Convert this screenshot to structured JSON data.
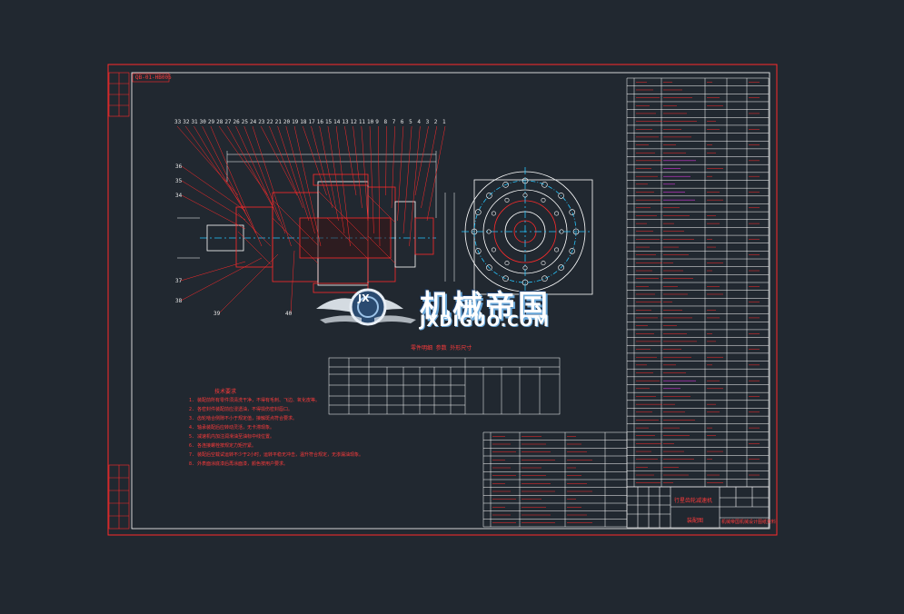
{
  "drawing": {
    "code_box": "QB-01-HB005",
    "table_title": "零件明细  参数  外形尺寸",
    "title_block": {
      "name": "行星齿轮减速机",
      "sub": "装配图",
      "company": "机械帝国机械设计图纸资料"
    },
    "balloons_top": [
      "33",
      "32",
      "31",
      "30",
      "29",
      "28",
      "27",
      "26",
      "25",
      "24",
      "23",
      "22",
      "21",
      "20",
      "19",
      "18",
      "17",
      "16",
      "15",
      "14",
      "13",
      "12",
      "11",
      "10",
      "9",
      "8",
      "7",
      "6",
      "5",
      "4",
      "3",
      "2",
      "1"
    ],
    "balloons_left": [
      "36",
      "35",
      "34"
    ],
    "balloons_lower": [
      "37",
      "38",
      "39",
      "40"
    ]
  },
  "tech_notes": {
    "heading": "技术要求",
    "lines": [
      "1. 装配前所有零件须清洗干净，不得有毛刺、飞边、氧化皮等。",
      "2. 各密封件装配前应浸透油，不得损伤密封唇口。",
      "3. 齿轮啮合侧隙不小于规定值，接触斑点符合要求。",
      "4. 轴承装配后应转动灵活，无卡滞现象。",
      "5. 减速机内加注润滑油至油标中线位置。",
      "6. 各连接螺栓按规定力矩拧紧。",
      "7. 装配后空载试运转不少于2小时，运转平稳无冲击，温升符合规定，无渗漏油现象。",
      "8. 外表面涂底漆后再涂面漆，颜色按用户要求。"
    ]
  },
  "watermark": {
    "logo_letters": "JX",
    "name": "机械帝国",
    "url": "JXDIGUO.COM"
  },
  "colors": {
    "background": "#212830",
    "frame": "#ff2a2a",
    "linework": "#ffffff",
    "centerline": "#26c6ff",
    "highlight": "#ff3bff"
  }
}
